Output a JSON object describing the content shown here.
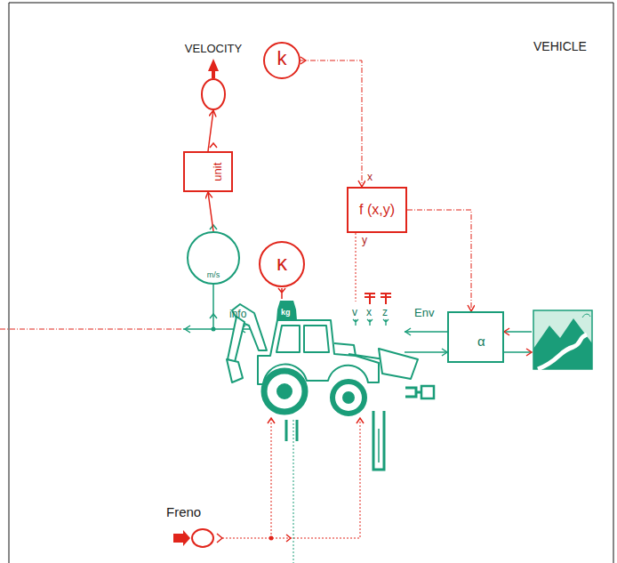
{
  "diagram": {
    "nodes": [
      {
        "text": [
          "VELOCITY"
        ]
      },
      {
        "text": [
          "unit"
        ]
      },
      {
        "text": [
          "m/s"
        ]
      },
      {
        "text": [
          "k"
        ]
      },
      {
        "text": [
          "κ"
        ]
      },
      {
        "text": [
          "f (x,y)"
        ]
      },
      {
        "text": [
          "α"
        ]
      },
      {
        "text": [
          "Freno"
        ]
      }
    ],
    "edges": [
      {
        "from": 1,
        "to": 0,
        "arrow": "to"
      },
      {
        "from": 2,
        "to": 1,
        "arrow": "to"
      },
      {
        "from": 3,
        "to": 5,
        "arrow": "to"
      },
      {
        "from": 5,
        "to": 6,
        "arrow": "to"
      }
    ],
    "labels": [
      "VEHICLE",
      "x",
      "y",
      "kg",
      "info",
      "v",
      "x",
      "z",
      "Env"
    ]
  }
}
